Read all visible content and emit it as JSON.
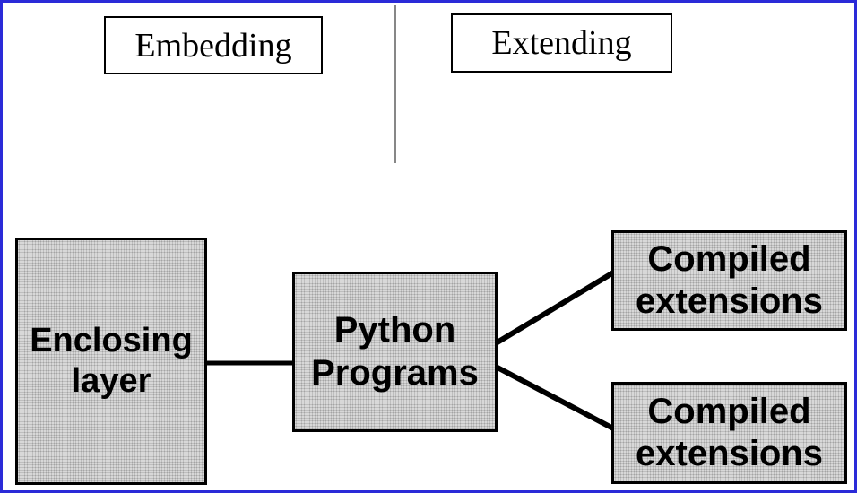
{
  "header": {
    "embedding_label": "Embedding",
    "extending_label": "Extending"
  },
  "nodes": {
    "enclosing_layer": {
      "label": "Enclosing layer"
    },
    "python_programs": {
      "label": "Python Programs"
    },
    "compiled_extensions_top": {
      "label": "Compiled extensions"
    },
    "compiled_extensions_bottom": {
      "label": "Compiled extensions"
    }
  },
  "colors": {
    "page_border_blue": "#2a2ad8",
    "node_fill_gray": "#d8d8d8",
    "node_dither_gray": "#a4a4a4",
    "node_border_black": "#000000",
    "connector_black": "#000000",
    "divider_gray": "#878787"
  }
}
